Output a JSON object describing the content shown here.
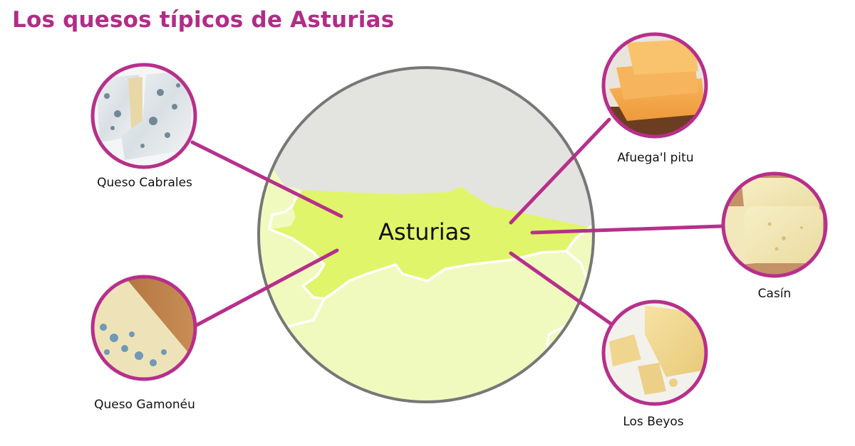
{
  "title": "Los quesos típicos de Asturias",
  "colors": {
    "accent": "#b72f8b",
    "title": "#b02d86",
    "sea": "#e3e3e0",
    "asturias": "#e0f56a",
    "neighbors": "#f0fabe",
    "border": "#777777"
  },
  "map": {
    "center_label": "Asturias"
  },
  "cheeses": [
    {
      "name": "Queso Cabrales",
      "position": "top-left"
    },
    {
      "name": "Queso Gamonéu",
      "position": "bottom-left"
    },
    {
      "name": "Afuega'l pitu",
      "position": "top-right"
    },
    {
      "name": "Casín",
      "position": "middle-right"
    },
    {
      "name": "Los Beyos",
      "position": "bottom-right"
    }
  ]
}
